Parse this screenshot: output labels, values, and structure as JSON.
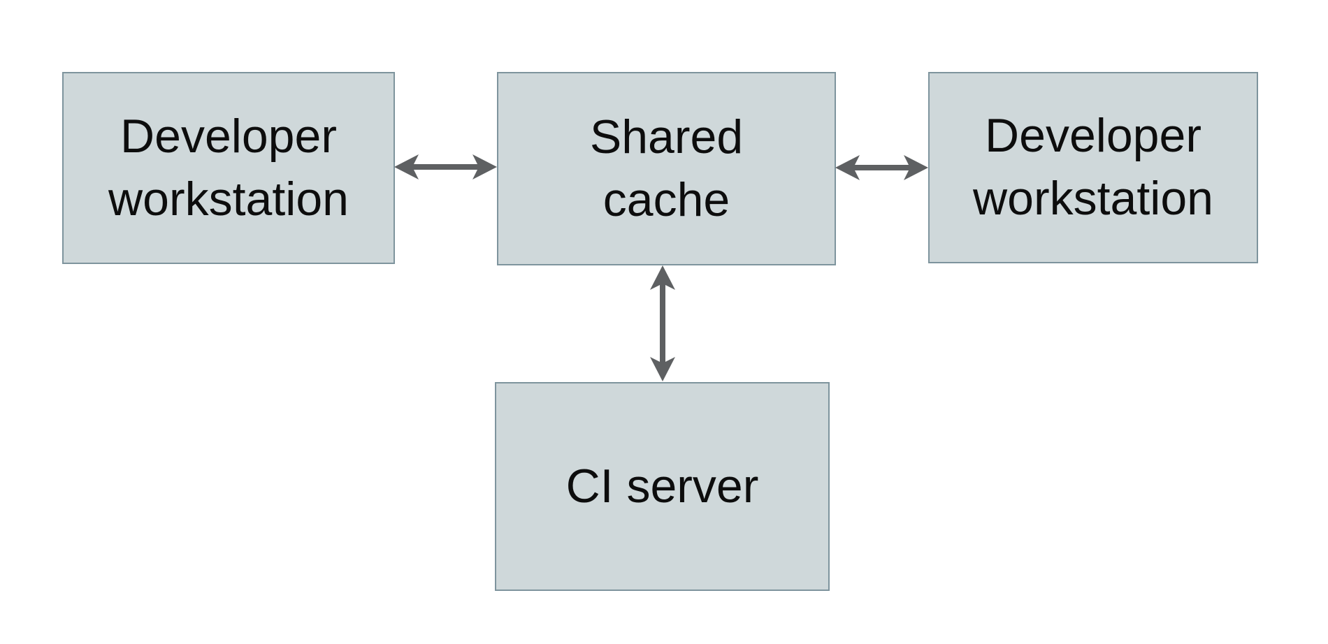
{
  "diagram": {
    "type": "architecture-diagram",
    "background": "#ffffff",
    "colors": {
      "node_fill": "#cfd8da",
      "node_border": "#7e949d",
      "arrow": "#5e6062",
      "text": "#0d0d0d"
    },
    "nodes": [
      {
        "id": "developer-workstation-left",
        "lines": [
          "Developer",
          "workstation"
        ]
      },
      {
        "id": "shared-cache",
        "lines": [
          "Shared",
          "cache"
        ]
      },
      {
        "id": "developer-workstation-right",
        "lines": [
          "Developer",
          "workstation"
        ]
      },
      {
        "id": "ci-server",
        "lines": [
          "CI server"
        ]
      }
    ],
    "edges": [
      {
        "from": "developer-workstation-left",
        "to": "shared-cache",
        "style": "double-arrow",
        "orientation": "horizontal"
      },
      {
        "from": "shared-cache",
        "to": "developer-workstation-right",
        "style": "double-arrow",
        "orientation": "horizontal"
      },
      {
        "from": "shared-cache",
        "to": "ci-server",
        "style": "double-arrow",
        "orientation": "vertical"
      }
    ]
  }
}
